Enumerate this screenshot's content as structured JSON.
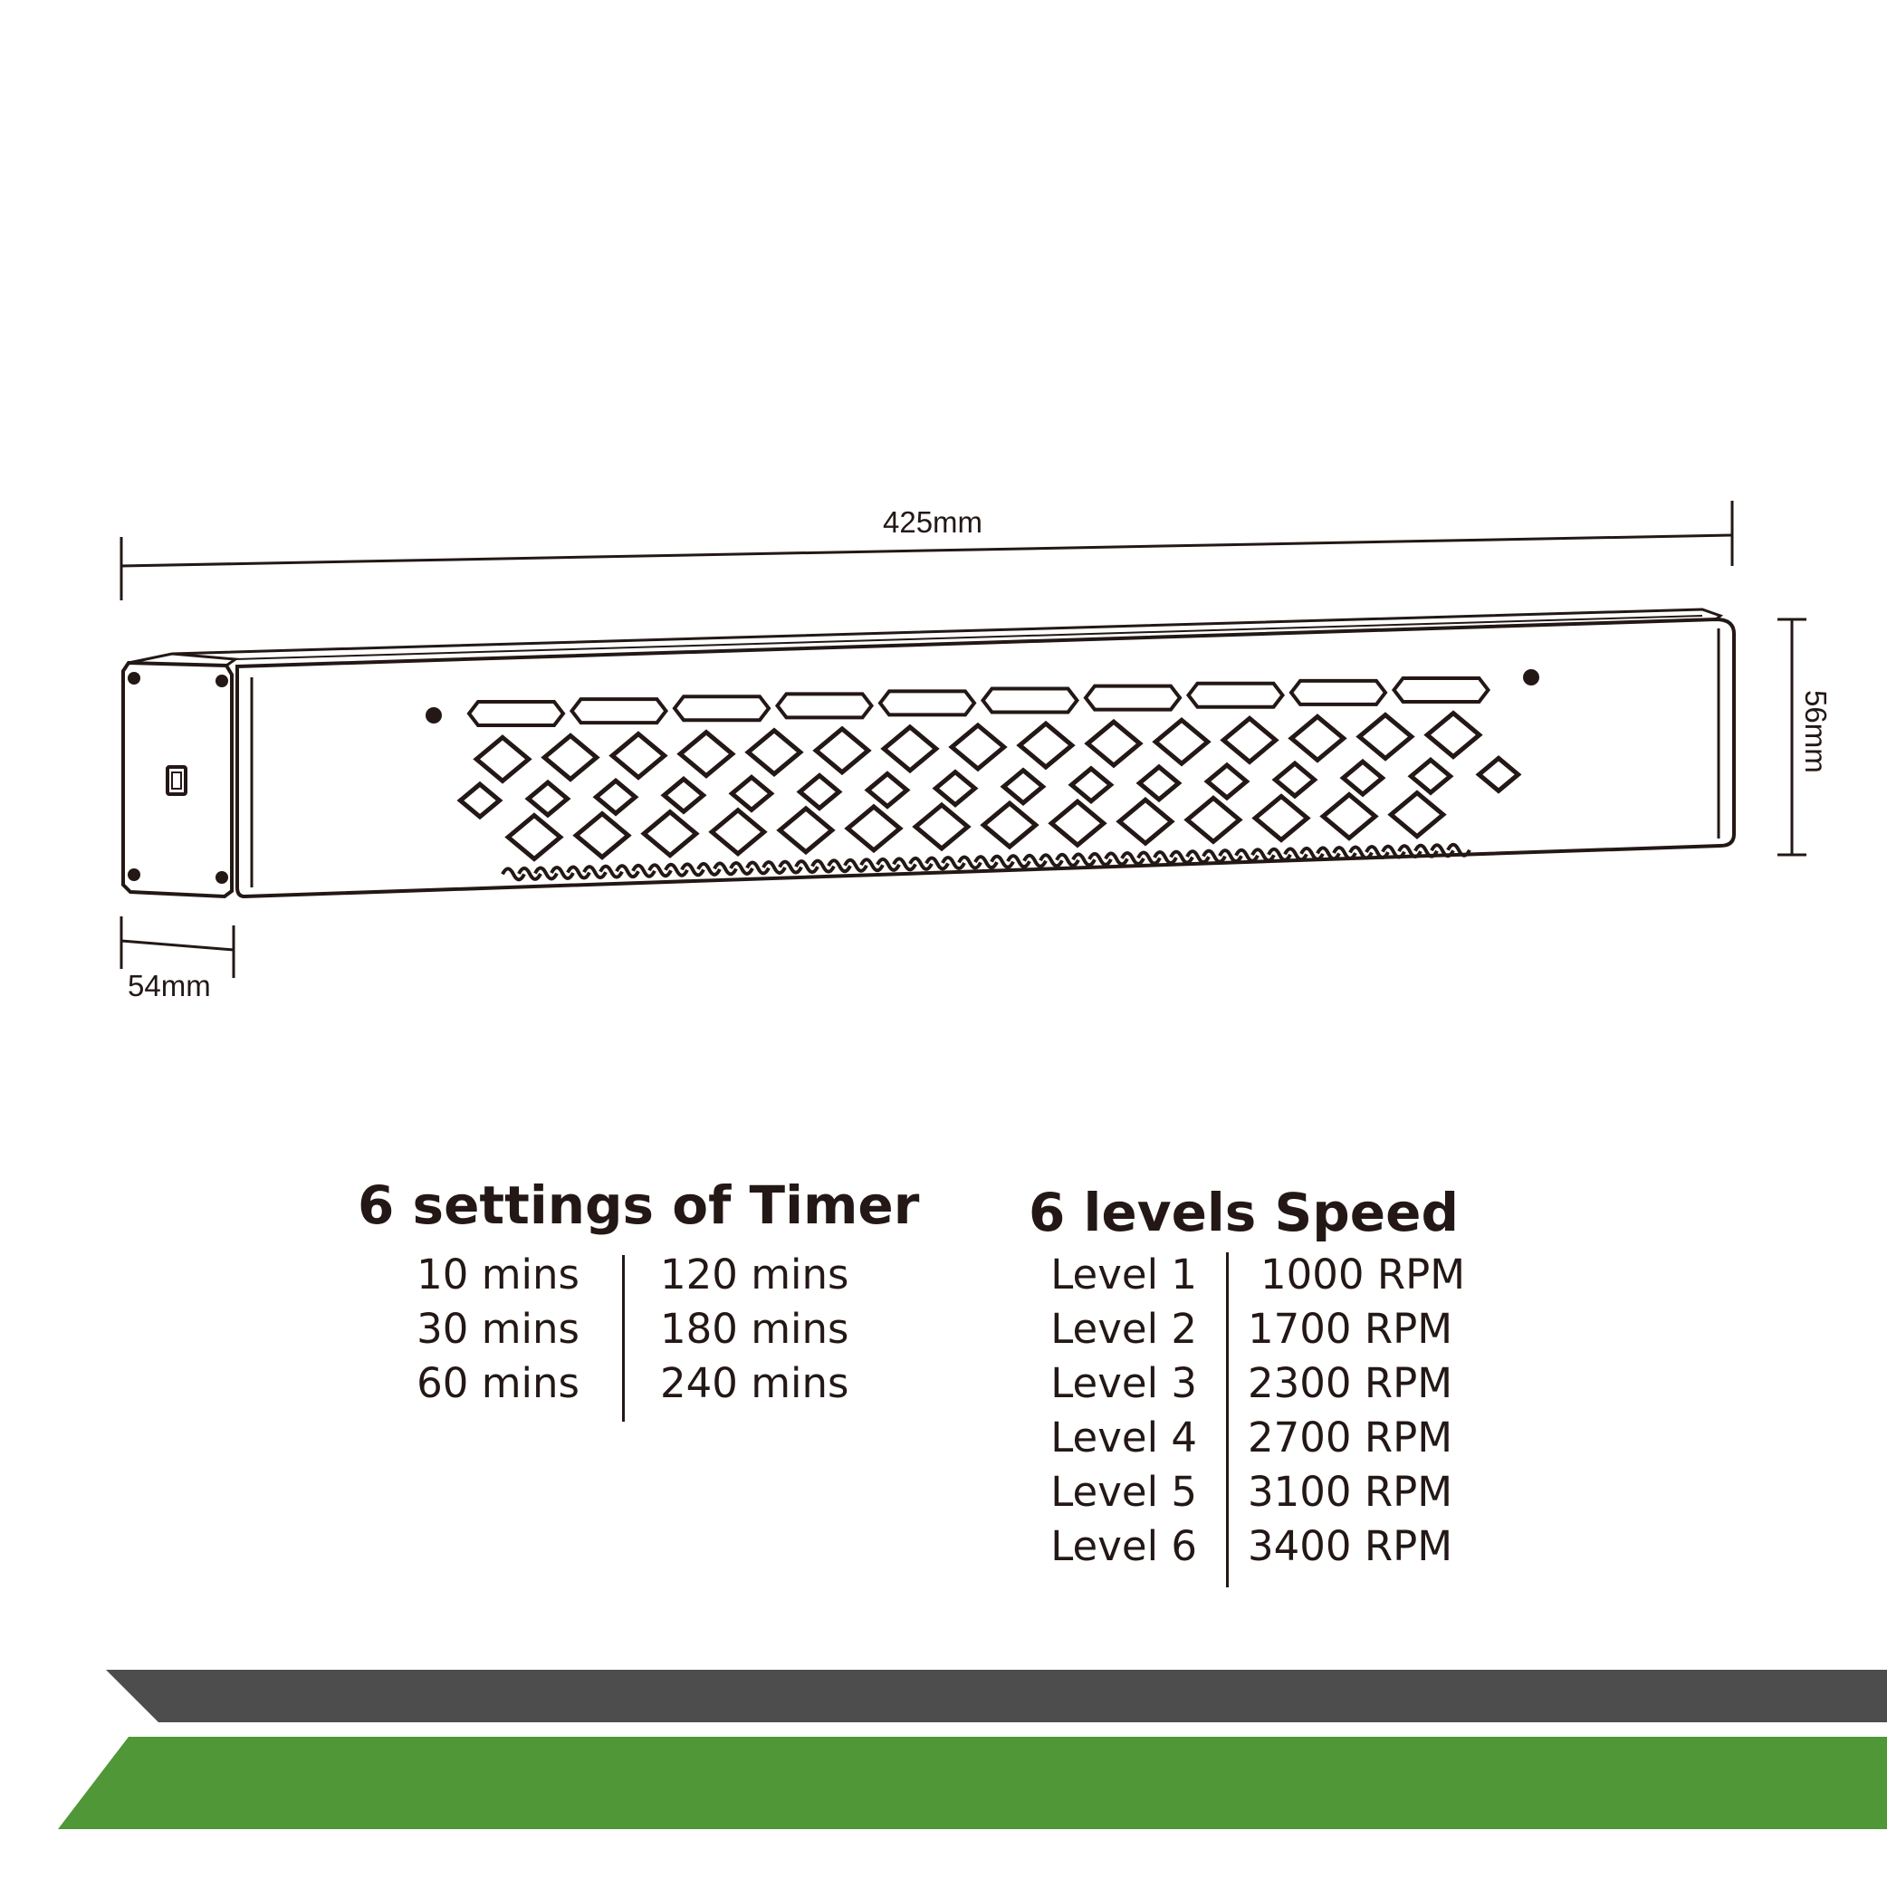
{
  "dimensions": {
    "length": "425mm",
    "height": "56mm",
    "depth": "54mm"
  },
  "timer": {
    "title": "6 settings of Timer",
    "left": [
      "10 mins",
      "30 mins",
      "60 mins"
    ],
    "right": [
      "120 mins",
      "180 mins",
      "240 mins"
    ]
  },
  "speed": {
    "title": "6 levels Speed",
    "levels": [
      "Level 1",
      "Level 2",
      "Level 3",
      "Level 4",
      "Level 5",
      "Level 6"
    ],
    "rpm": [
      "1000 RPM",
      "1700 RPM",
      "2300 RPM",
      "2700 RPM",
      "3100 RPM",
      "3400 RPM"
    ]
  },
  "colors": {
    "line": "#231815",
    "band_dark": "#4d4d4d",
    "band_green": "#4f9737"
  }
}
